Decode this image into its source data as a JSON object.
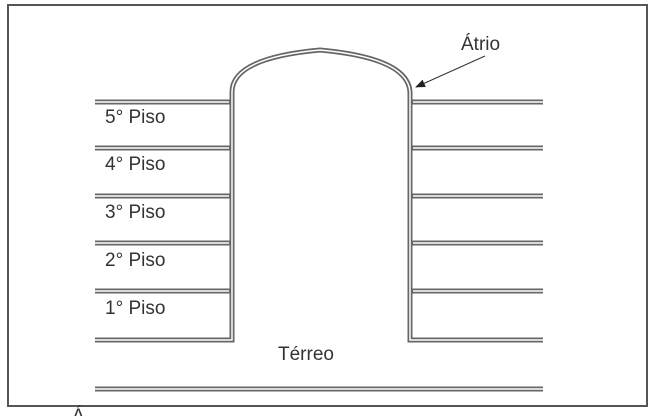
{
  "diagram": {
    "atrium_label": "Átrio",
    "ground_label": "Térreo",
    "floors": [
      "5° Piso",
      "4° Piso",
      "3° Piso",
      "2° Piso",
      "1° Piso"
    ],
    "caption_fragment": "Á"
  }
}
